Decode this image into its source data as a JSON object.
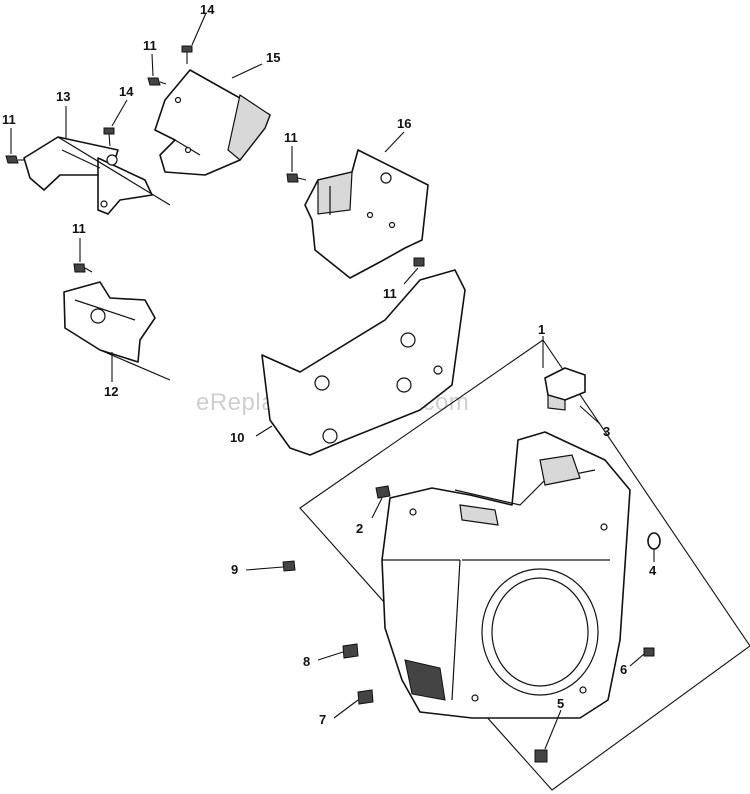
{
  "watermark": "eReplacementParts.com",
  "callouts": {
    "c1": "1",
    "c2": "2",
    "c3": "3",
    "c4": "4",
    "c5": "5",
    "c6": "6",
    "c7": "7",
    "c8": "8",
    "c9": "9",
    "c10": "10",
    "c11a": "11",
    "c11b": "11",
    "c11c": "11",
    "c11d": "11",
    "c11e": "11",
    "c12": "12",
    "c13": "13",
    "c14a": "14",
    "c14b": "14",
    "c15": "15",
    "c16": "16"
  }
}
